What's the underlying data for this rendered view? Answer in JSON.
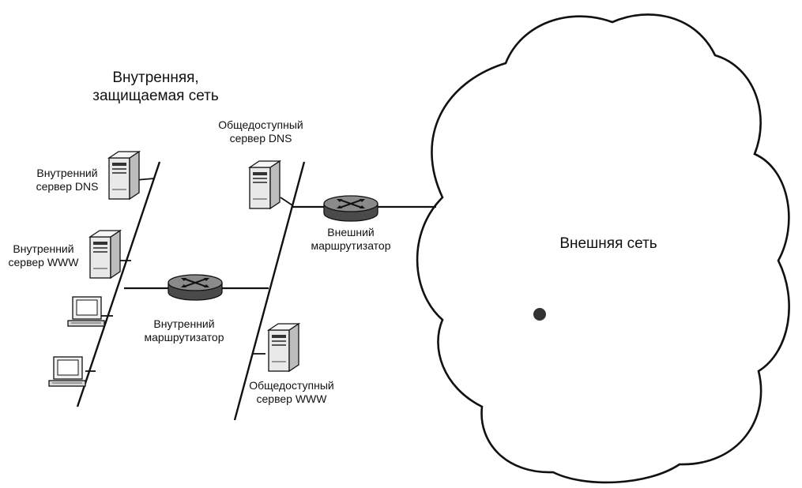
{
  "labels": {
    "internal_network": "Внутренняя,\nзащищаемая сеть",
    "public_dns": "Общедоступный\nсервер DNS",
    "internal_dns": "Внутренний\nсервер DNS",
    "internal_www": "Внутренний\nсервер WWW",
    "external_router": "Внешний\nмаршрутизатор",
    "internal_router": "Внутренний\nмаршрутизатор",
    "public_www": "Общедоступный\nсервер WWW",
    "external_network": "Внешняя сеть"
  },
  "colors": {
    "ink": "#111111",
    "server_fill": "#e9e9e9",
    "router_fill": "#6e6e6e"
  }
}
